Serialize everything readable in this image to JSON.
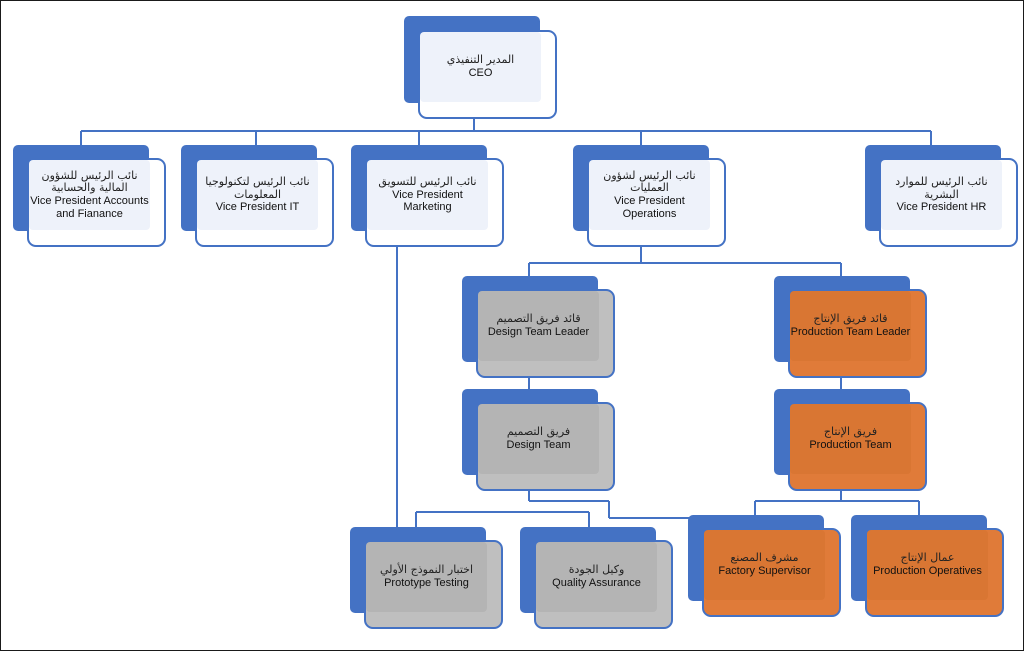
{
  "nodes": {
    "ceo": {
      "ar": "المدير التنفيذي",
      "en": "CEO"
    },
    "vp_accounts": {
      "ar": "نائب الرئيس للشؤون المالية والحسابية",
      "en": "Vice President Accounts and Fianance"
    },
    "vp_it": {
      "ar": "نائب الرئيس لتكنولوجيا المعلومات",
      "en": "Vice President IT"
    },
    "vp_marketing": {
      "ar": "نائب الرئيس للتسويق",
      "en": "Vice President Marketing"
    },
    "vp_operations": {
      "ar": "نائب الرئيس لشؤون العمليات",
      "en": "Vice President Operations"
    },
    "vp_hr": {
      "ar": "نائب الرئيس للموارد البشرية",
      "en": "Vice President HR"
    },
    "design_leader": {
      "ar": "قائد فريق التصميم",
      "en": "Design Team Leader"
    },
    "production_leader": {
      "ar": "قائد فريق الإنتاج",
      "en": "Production Team Leader"
    },
    "design_team": {
      "ar": "فريق التصميم",
      "en": "Design Team"
    },
    "production_team": {
      "ar": "فريق الإنتاج",
      "en": "Production Team"
    },
    "prototype_testing": {
      "ar": "اختبار النموذج الأولي",
      "en": "Prototype Testing"
    },
    "quality_assurance": {
      "ar": "وكيل الجودة",
      "en": "Quality Assurance"
    },
    "factory_supervisor": {
      "ar": "مشرف المصنع",
      "en": "Factory Supervisor"
    },
    "production_operatives": {
      "ar": "عمال الإنتاج",
      "en": "Production Operatives"
    }
  },
  "colors": {
    "line": "#4472c4",
    "executive_back": "#4472c4",
    "executive_card": "#ffffff",
    "design_card": "#bfbfbf",
    "production_back": "#4472c4",
    "production_card": "#e07b39",
    "factory_back": "#4472c4"
  }
}
